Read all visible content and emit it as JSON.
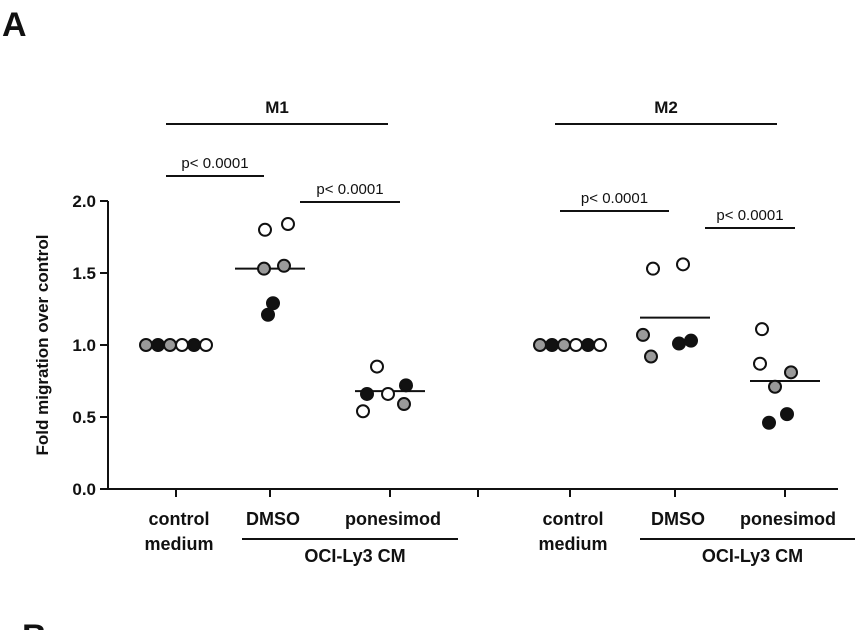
{
  "panel_letter": "A",
  "next_panel_letter": "B",
  "chart_data": {
    "type": "scatter",
    "ylabel": "Fold migration over control",
    "ylim": [
      0.0,
      2.0
    ],
    "yticks": [
      "0.0",
      "0.5",
      "1.0",
      "1.5",
      "2.0"
    ],
    "groups": [
      {
        "name": "M1",
        "categories": [
          {
            "label_lines": [
              "control",
              "medium"
            ],
            "mean": 1.0,
            "points": [
              {
                "y": 1.0,
                "fill": "gray"
              },
              {
                "y": 1.0,
                "fill": "black"
              },
              {
                "y": 1.0,
                "fill": "gray"
              },
              {
                "y": 1.0,
                "fill": "white"
              },
              {
                "y": 1.0,
                "fill": "black"
              },
              {
                "y": 1.0,
                "fill": "white"
              }
            ]
          },
          {
            "label_lines": [
              "DMSO"
            ],
            "mean": 1.53,
            "points": [
              {
                "y": 1.8,
                "fill": "white"
              },
              {
                "y": 1.84,
                "fill": "white"
              },
              {
                "y": 1.53,
                "fill": "gray"
              },
              {
                "y": 1.55,
                "fill": "gray"
              },
              {
                "y": 1.29,
                "fill": "black"
              },
              {
                "y": 1.21,
                "fill": "black"
              }
            ]
          },
          {
            "label_lines": [
              "ponesimod"
            ],
            "mean": 0.68,
            "points": [
              {
                "y": 0.85,
                "fill": "white"
              },
              {
                "y": 0.66,
                "fill": "black"
              },
              {
                "y": 0.72,
                "fill": "black"
              },
              {
                "y": 0.66,
                "fill": "white"
              },
              {
                "y": 0.54,
                "fill": "white"
              },
              {
                "y": 0.59,
                "fill": "gray"
              }
            ]
          }
        ],
        "brackets": [
          {
            "from": 0,
            "to": 1,
            "label": "p< 0.0001"
          },
          {
            "from": 1,
            "to": 2,
            "label": "p< 0.0001"
          }
        ]
      },
      {
        "name": "M2",
        "categories": [
          {
            "label_lines": [
              "control",
              "medium"
            ],
            "mean": 1.0,
            "points": [
              {
                "y": 1.0,
                "fill": "gray"
              },
              {
                "y": 1.0,
                "fill": "black"
              },
              {
                "y": 1.0,
                "fill": "gray"
              },
              {
                "y": 1.0,
                "fill": "white"
              },
              {
                "y": 1.0,
                "fill": "black"
              },
              {
                "y": 1.0,
                "fill": "white"
              }
            ]
          },
          {
            "label_lines": [
              "DMSO"
            ],
            "mean": 1.19,
            "points": [
              {
                "y": 1.53,
                "fill": "white"
              },
              {
                "y": 1.56,
                "fill": "white"
              },
              {
                "y": 1.07,
                "fill": "gray"
              },
              {
                "y": 1.01,
                "fill": "black"
              },
              {
                "y": 1.03,
                "fill": "black"
              },
              {
                "y": 0.92,
                "fill": "gray"
              }
            ]
          },
          {
            "label_lines": [
              "ponesimod"
            ],
            "mean": 0.75,
            "points": [
              {
                "y": 1.11,
                "fill": "white"
              },
              {
                "y": 0.87,
                "fill": "white"
              },
              {
                "y": 0.81,
                "fill": "gray"
              },
              {
                "y": 0.71,
                "fill": "gray"
              },
              {
                "y": 0.52,
                "fill": "black"
              },
              {
                "y": 0.46,
                "fill": "black"
              }
            ]
          }
        ],
        "brackets": [
          {
            "from": 0,
            "to": 1,
            "label": "p< 0.0001"
          },
          {
            "from": 1,
            "to": 2,
            "label": "p< 0.0001"
          }
        ]
      }
    ],
    "cm_label": "OCI-Ly3 CM",
    "colors": {
      "gray": "#9a9a9a",
      "black": "#111111",
      "white": "#ffffff",
      "axis": "#111111"
    }
  }
}
